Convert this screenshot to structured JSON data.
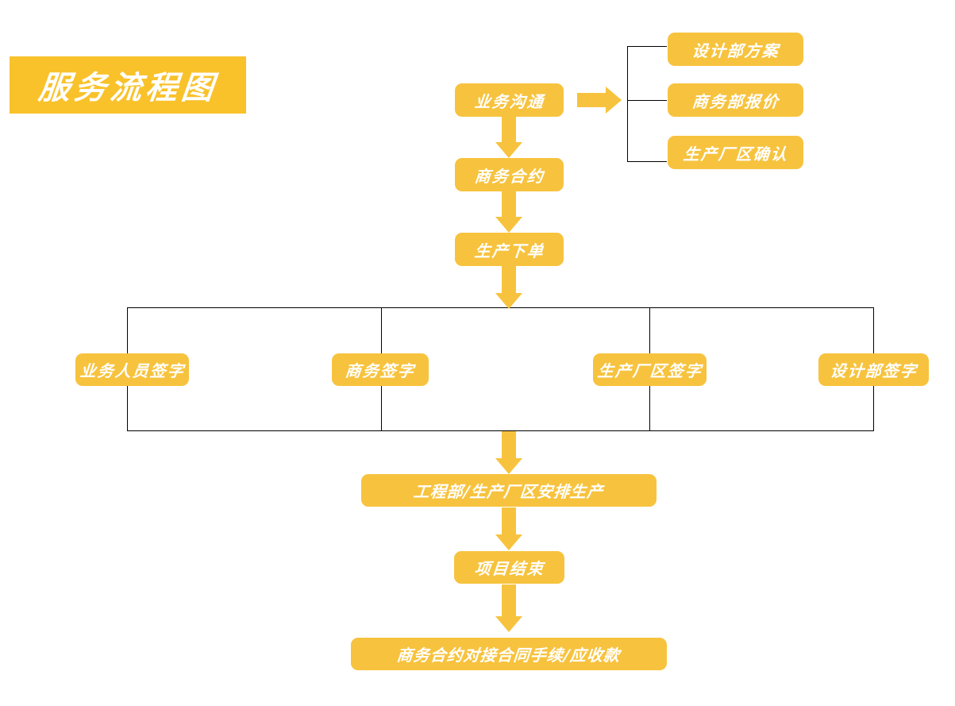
{
  "title": {
    "text": "服务流程图"
  },
  "colors": {
    "banner": "#f9c22b",
    "node_fill": "#f7c33e",
    "node_text": "#ffffff",
    "connector": "#000000",
    "background": "#ffffff"
  },
  "nodes": {
    "business_communication": "业务沟通",
    "design_plan": "设计部方案",
    "business_quote": "商务部报价",
    "factory_confirm": "生产厂区确认",
    "business_contract": "商务合约",
    "production_order": "生产下单",
    "sign_sales": "业务人员签字",
    "sign_business": "商务签字",
    "sign_factory": "生产厂区签字",
    "sign_design": "设计部签字",
    "arrange_production": "工程部/生产厂区安排生产",
    "project_end": "项目结束",
    "contract_handover": "商务合约对接合同手续/应收款"
  },
  "flow": {
    "sequence": [
      "业务沟通",
      "商务合约",
      "生产下单",
      "工程部/生产厂区安排生产",
      "项目结束",
      "商务合约对接合同手续/应收款"
    ],
    "branch_from_communication": [
      "设计部方案",
      "商务部报价",
      "生产厂区确认"
    ],
    "signature_group": [
      "业务人员签字",
      "商务签字",
      "生产厂区签字",
      "设计部签字"
    ]
  }
}
